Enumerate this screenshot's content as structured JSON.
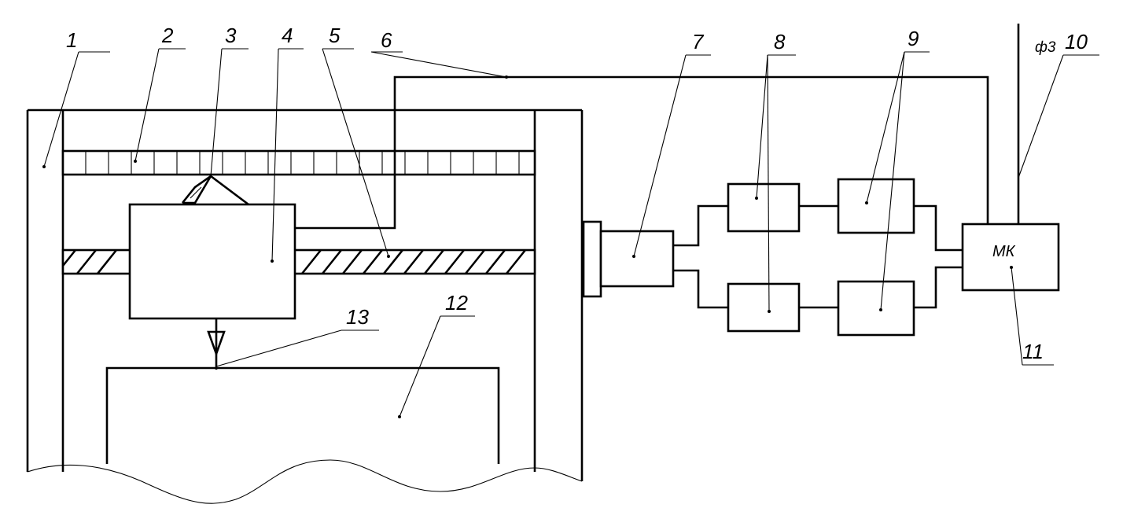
{
  "labels": [
    {
      "id": "1",
      "text": "1"
    },
    {
      "id": "2",
      "text": "2"
    },
    {
      "id": "3",
      "text": "3"
    },
    {
      "id": "4",
      "text": "4"
    },
    {
      "id": "5",
      "text": "5"
    },
    {
      "id": "6",
      "text": "6"
    },
    {
      "id": "7",
      "text": "7"
    },
    {
      "id": "8",
      "text": "8"
    },
    {
      "id": "9",
      "text": "9"
    },
    {
      "id": "10",
      "text": "10"
    },
    {
      "id": "11",
      "text": "11"
    },
    {
      "id": "12",
      "text": "12"
    },
    {
      "id": "13",
      "text": "13"
    }
  ],
  "blocks": {
    "microcontroller": "МК"
  },
  "phase_wire": "ф3",
  "colors": {
    "line": "#000000",
    "background": "#ffffff"
  }
}
